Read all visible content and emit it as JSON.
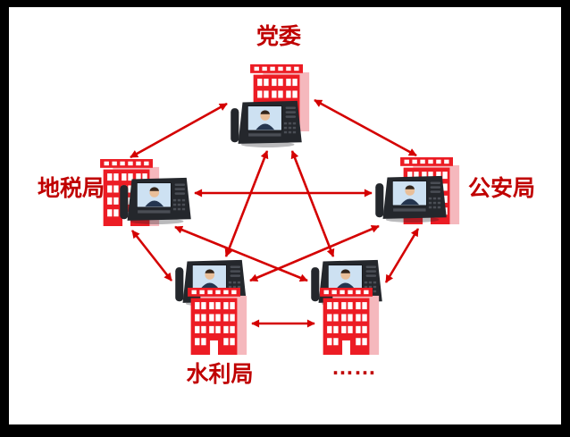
{
  "diagram": {
    "type": "full-mesh-network-topology",
    "description": "Government bureaus with video conference phones, every site connected to every other site by bidirectional links",
    "nodes": [
      {
        "id": "dangwei",
        "label": "党委",
        "position": "top",
        "icons": [
          "office-building-icon",
          "video-phone-icon"
        ]
      },
      {
        "id": "dishui",
        "label": "地税局",
        "position": "left",
        "icons": [
          "office-building-icon",
          "video-phone-icon"
        ]
      },
      {
        "id": "gongan",
        "label": "公安局",
        "position": "right",
        "icons": [
          "office-building-icon",
          "video-phone-icon"
        ]
      },
      {
        "id": "shuili",
        "label": "水利局",
        "position": "bottom-left",
        "icons": [
          "office-building-icon",
          "video-phone-icon"
        ]
      },
      {
        "id": "others",
        "label": "……",
        "position": "bottom-right",
        "icons": [
          "office-building-icon",
          "video-phone-icon"
        ]
      }
    ],
    "connections": [
      {
        "from": "党委",
        "to": "地税局",
        "bidirectional": true
      },
      {
        "from": "党委",
        "to": "公安局",
        "bidirectional": true
      },
      {
        "from": "党委",
        "to": "水利局",
        "bidirectional": true
      },
      {
        "from": "党委",
        "to": "……",
        "bidirectional": true
      },
      {
        "from": "地税局",
        "to": "公安局",
        "bidirectional": true
      },
      {
        "from": "地税局",
        "to": "水利局",
        "bidirectional": true
      },
      {
        "from": "地税局",
        "to": "……",
        "bidirectional": true
      },
      {
        "from": "公安局",
        "to": "水利局",
        "bidirectional": true
      },
      {
        "from": "公安局",
        "to": "……",
        "bidirectional": true
      },
      {
        "from": "水利局",
        "to": "……",
        "bidirectional": true
      }
    ]
  },
  "colors": {
    "frame": "#000000",
    "canvas": "#ffffff",
    "arrow": "#d40000",
    "label": "#c00000",
    "building": "#ec1c24",
    "building_shadow": "#f5b8bd",
    "phone_body": "#24272c",
    "phone_screen": "#cde1f2"
  }
}
